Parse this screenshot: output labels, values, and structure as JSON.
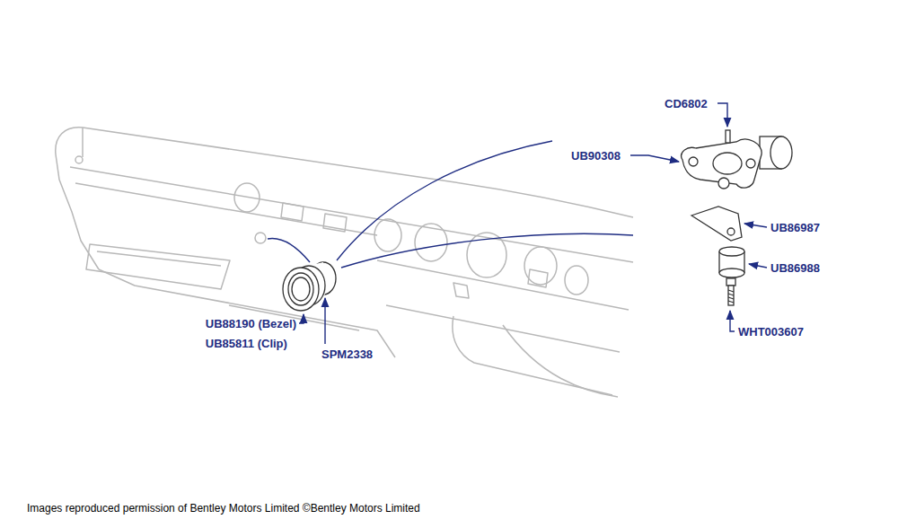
{
  "diagram": {
    "caption": "Images reproduced permission of Bentley Motors Limited ©Bentley Motors Limited",
    "labels": [
      "CD6802",
      "UB90308",
      "UB86987",
      "UB86988",
      "WHT003607",
      "UB88190 (Bezel)",
      "UB85811 (Clip)",
      "SPM2338"
    ]
  }
}
